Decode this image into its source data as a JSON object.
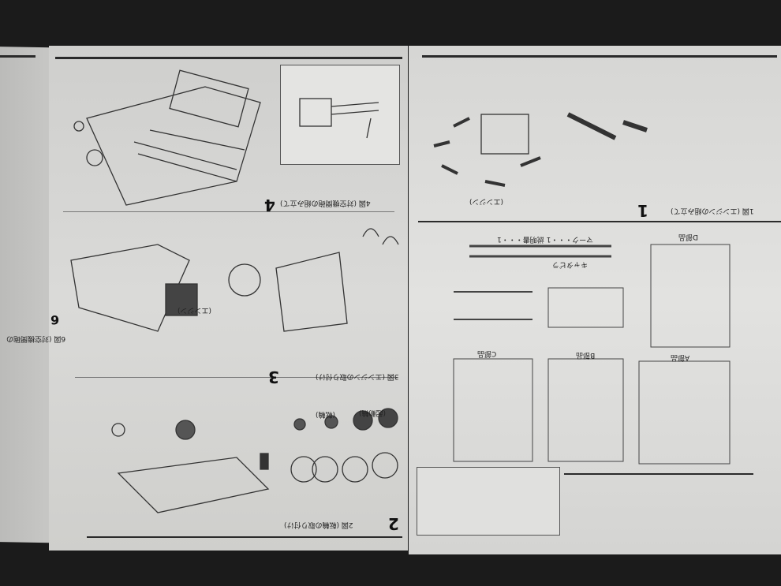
{
  "sheet": {
    "steps": [
      "1",
      "2",
      "3",
      "4",
      "6"
    ],
    "step_titles": {
      "s1": "1図 (エンジンの組み立て)",
      "s2": "2図 (転輪の取り付け)",
      "s3": "3図 (エンジンの取り付け)",
      "s4": "4図 (対空機関砲の組み立て)",
      "s6": "6図 (対空機関砲の"
    },
    "parts_labels": [
      "A部品",
      "B部品",
      "C部品",
      "キャタピラ",
      "マーク・・・1  説明書・・・1",
      "D部品"
    ],
    "notes": [
      "(エンジン)",
      "(エンジン)",
      "(転輪)",
      "(起動輪)"
    ]
  }
}
